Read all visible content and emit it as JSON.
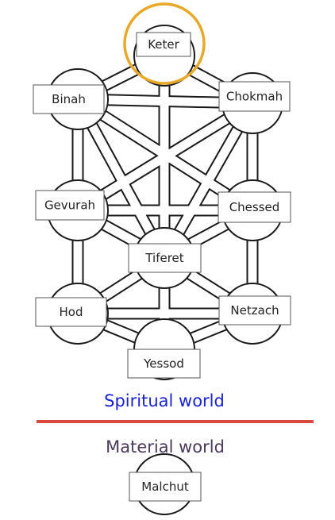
{
  "sefirot": {
    "keter": "Keter",
    "binah": "Binah",
    "chokmah": "Chokmah",
    "gevurah": "Gevurah",
    "chessed": "Chessed",
    "tiferet": "Tiferet",
    "hod": "Hod",
    "netzach": "Netzach",
    "yessod": "Yessod",
    "malchut": "Malchut"
  },
  "worlds": {
    "spiritual": "Spiritual world",
    "material": "Material world"
  },
  "colors": {
    "highlight_ring": "#e8a92a",
    "divider": "#d9493e",
    "spiritual_text": "#1a22d6",
    "material_text": "#4a3a5c",
    "stroke": "#1a1a1a"
  },
  "highlighted": "keter"
}
